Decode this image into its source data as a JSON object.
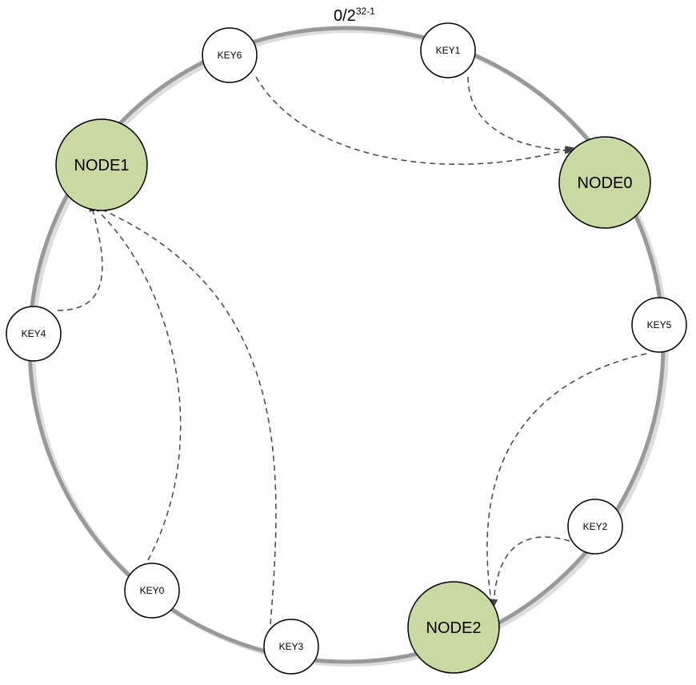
{
  "ring_label": {
    "base": "0/2",
    "exponent": "32-1"
  },
  "nodes": [
    {
      "id": "node0",
      "label": "NODE0"
    },
    {
      "id": "node1",
      "label": "NODE1"
    },
    {
      "id": "node2",
      "label": "NODE2"
    }
  ],
  "keys": [
    {
      "id": "key0",
      "label": "KEY0",
      "maps_to": "node1"
    },
    {
      "id": "key1",
      "label": "KEY1",
      "maps_to": "node0"
    },
    {
      "id": "key2",
      "label": "KEY2",
      "maps_to": "node2"
    },
    {
      "id": "key3",
      "label": "KEY3",
      "maps_to": "node1"
    },
    {
      "id": "key4",
      "label": "KEY4",
      "maps_to": "node1"
    },
    {
      "id": "key5",
      "label": "KEY5",
      "maps_to": "node2"
    },
    {
      "id": "key6",
      "label": "KEY6",
      "maps_to": "node0"
    }
  ],
  "colors": {
    "ring": "#999999",
    "ring_shadow": "#dddddd",
    "node_fill": "#c9d9a3",
    "key_fill": "#ffffff",
    "outline": "#000000",
    "arrow": "#444444"
  }
}
